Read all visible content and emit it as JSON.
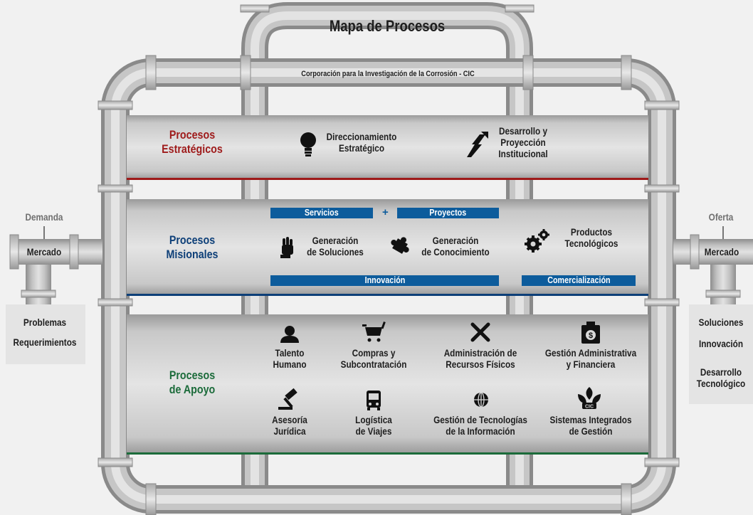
{
  "title": "Mapa de Procesos",
  "subtitle": "Corporación para la Investigación de la Corrosión - CIC",
  "colors": {
    "strategic": "#9e1a1a",
    "missional": "#0d3f78",
    "support": "#1b6b3a",
    "bar": "#0d5c9c"
  },
  "left": {
    "top_label": "Demanda",
    "valve_label": "Mercado",
    "box_lines": [
      "Problemas",
      "Requerimientos"
    ]
  },
  "right": {
    "top_label": "Oferta",
    "valve_label": "Mercado",
    "box_lines": [
      "Soluciones",
      "Innovación",
      "Desarrollo\nTecnológico"
    ]
  },
  "strategic": {
    "label": "Procesos\nEstratégicos",
    "items": [
      {
        "icon": "lightbulb-icon",
        "text": "Direccionamiento\nEstratégico"
      },
      {
        "icon": "lightning-arrow-icon",
        "text": "Desarrollo y\nProyección\nInstitucional"
      }
    ]
  },
  "missional": {
    "label": "Procesos\nMisionales",
    "top_bars": [
      "Servicios",
      "Proyectos"
    ],
    "plus": "+",
    "items": [
      {
        "icon": "hand-icon",
        "text": "Generación\nde Soluciones"
      },
      {
        "icon": "puzzle-icon",
        "text": "Generación\nde Conocimiento"
      },
      {
        "icon": "gears-icon",
        "text": "Productos\nTecnológicos"
      }
    ],
    "bottom_bars": [
      "Innovación",
      "Comercialización"
    ]
  },
  "support": {
    "label": "Procesos\nde Apoyo",
    "items": [
      {
        "icon": "person-icon",
        "text": "Talento\nHumano"
      },
      {
        "icon": "shopping-cart-icon",
        "text": "Compras y\nSubcontratación"
      },
      {
        "icon": "tools-icon",
        "text": "Administración de\nRecursos Físicos"
      },
      {
        "icon": "money-bag-icon",
        "text": "Gestión Administrativa\ny Financiera"
      },
      {
        "icon": "gavel-icon",
        "text": "Asesoría\nJurídica"
      },
      {
        "icon": "bus-icon",
        "text": "Logística\nde Viajes"
      },
      {
        "icon": "globe-icon",
        "text": "Gestión de Tecnologías\nde la Información"
      },
      {
        "icon": "cic-emblem-icon",
        "text": "Sistemas Integrados\nde Gestión"
      }
    ]
  }
}
